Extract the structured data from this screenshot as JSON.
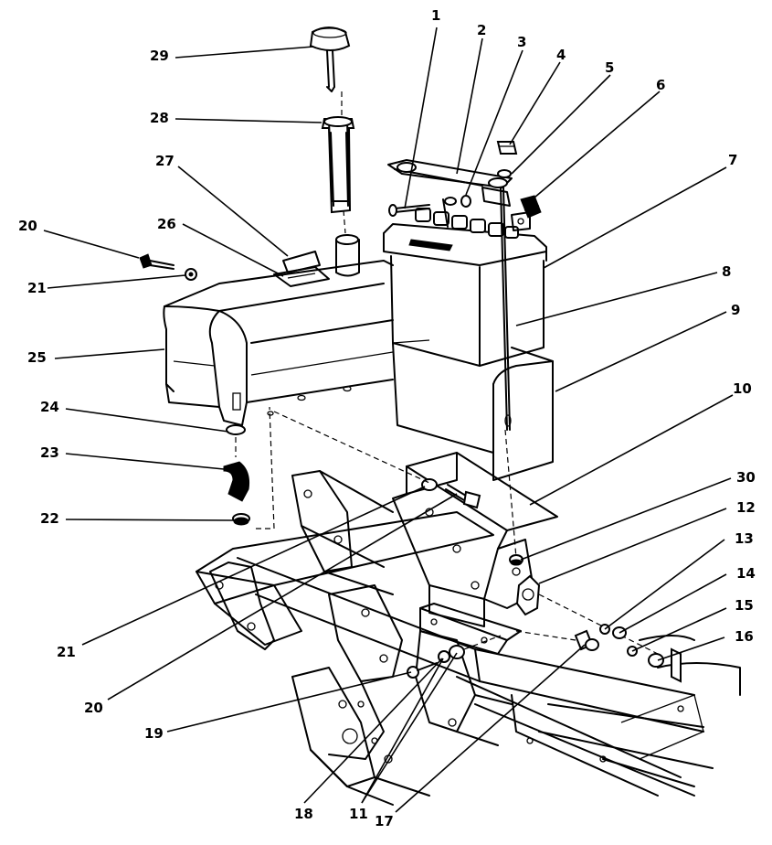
{
  "callouts": [
    {
      "id": "1",
      "label": "1"
    },
    {
      "id": "2",
      "label": "2"
    },
    {
      "id": "3",
      "label": "3"
    },
    {
      "id": "4",
      "label": "4"
    },
    {
      "id": "5",
      "label": "5"
    },
    {
      "id": "6",
      "label": "6"
    },
    {
      "id": "7",
      "label": "7"
    },
    {
      "id": "8",
      "label": "8"
    },
    {
      "id": "9",
      "label": "9"
    },
    {
      "id": "10",
      "label": "10"
    },
    {
      "id": "30",
      "label": "30"
    },
    {
      "id": "12",
      "label": "12"
    },
    {
      "id": "13",
      "label": "13"
    },
    {
      "id": "14",
      "label": "14"
    },
    {
      "id": "15",
      "label": "15"
    },
    {
      "id": "16",
      "label": "16"
    },
    {
      "id": "17",
      "label": "17"
    },
    {
      "id": "11",
      "label": "11"
    },
    {
      "id": "18",
      "label": "18"
    },
    {
      "id": "19",
      "label": "19"
    },
    {
      "id": "20b",
      "label": "20"
    },
    {
      "id": "21b",
      "label": "21"
    },
    {
      "id": "22",
      "label": "22"
    },
    {
      "id": "23",
      "label": "23"
    },
    {
      "id": "24",
      "label": "24"
    },
    {
      "id": "25",
      "label": "25"
    },
    {
      "id": "21a",
      "label": "21"
    },
    {
      "id": "20a",
      "label": "20"
    },
    {
      "id": "26",
      "label": "26"
    },
    {
      "id": "27",
      "label": "27"
    },
    {
      "id": "28",
      "label": "28"
    },
    {
      "id": "29",
      "label": "29"
    }
  ]
}
